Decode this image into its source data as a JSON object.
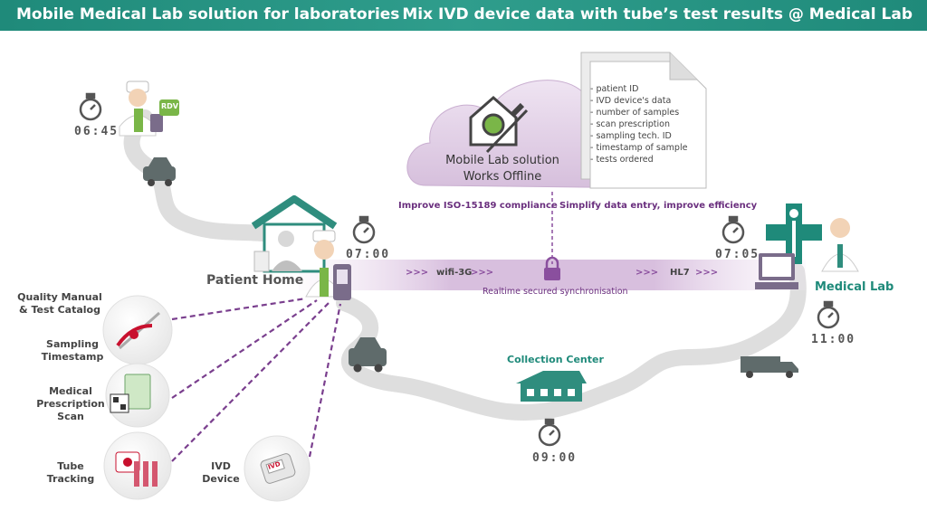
{
  "header": {
    "left_title": "Mobile Medical Lab solution for laboratories",
    "right_title": "Mix IVD device data with tube’s test results @ Medical Lab"
  },
  "cloud": {
    "line1": "Mobile Lab solution",
    "line2": "Works Offline"
  },
  "document": {
    "items": [
      "- patient ID",
      "- IVD device's data",
      "- number of samples",
      "- scan prescription",
      "- sampling tech. ID",
      "- timestamp of sample",
      "- tests ordered"
    ]
  },
  "benefits": {
    "left": "Improve ISO-15189 compliance",
    "right": "Simplify data entry, improve efficiency"
  },
  "sync": {
    "wifi": "wifi-3G",
    "hl7": "HL7",
    "caption": "Realtime secured synchronisation",
    "arrows": ">>>"
  },
  "places": {
    "patient_home": "Patient Home",
    "medical_lab": "Medical Lab",
    "collection_center": "Collection Center"
  },
  "nurse_badge": "RDV",
  "times": {
    "start": "06:45",
    "home": "07:00",
    "lab_arrival": "07:05",
    "lab_truck": "11:00",
    "collection": "09:00"
  },
  "features": {
    "quality": [
      "Quality Manual",
      "& Test Catalog"
    ],
    "sampling": [
      "Sampling",
      "Timestamp"
    ],
    "prescription": [
      "Medical",
      "Prescription",
      "Scan"
    ],
    "tube": [
      "Tube",
      "Tracking"
    ],
    "ivd": [
      "IVD",
      "Device"
    ],
    "ivd_badge": "IVD"
  },
  "colors": {
    "teal": "#1f8a7a",
    "purple": "#8a4f9e",
    "green": "#7ab648",
    "road": "#d9d9d9"
  }
}
